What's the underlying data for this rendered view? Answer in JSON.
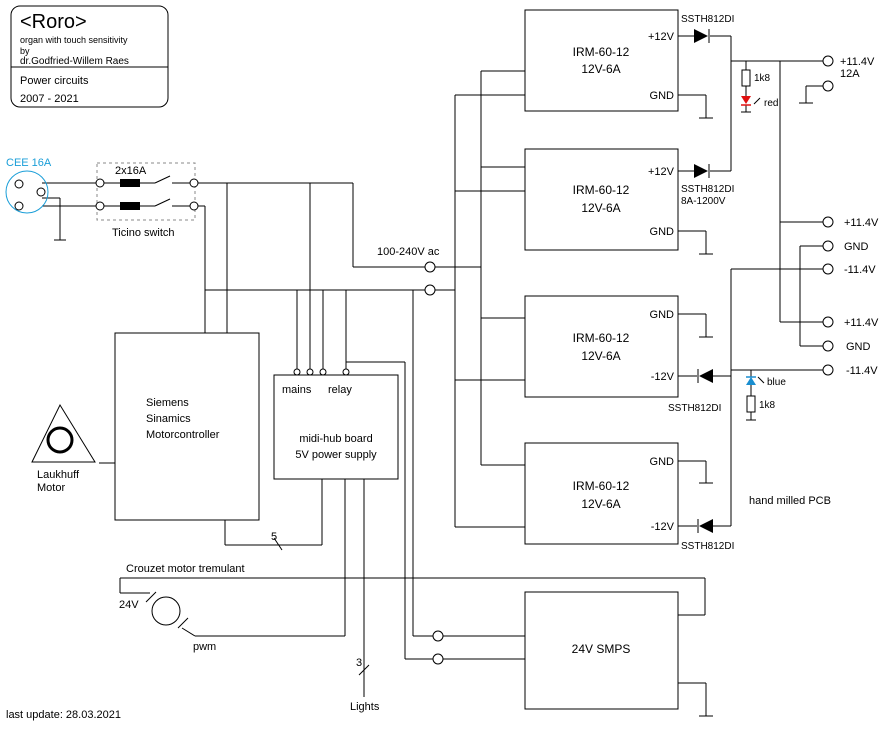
{
  "title_block": {
    "name": "<Roro>",
    "subtitle": "organ with touch sensitivity",
    "by": "by",
    "author": "dr.Godfried-Willem Raes",
    "section": "Power circuits",
    "years": "2007 - 2021"
  },
  "inlet": {
    "label": "CEE 16A",
    "color": "#1a9ed8"
  },
  "switch": {
    "rating": "2x16A",
    "label": "Ticino switch"
  },
  "mains_label": "100-240V ac",
  "psu": {
    "model": "IRM-60-12",
    "rating": "12V-6A",
    "plus12": "+12V",
    "minus12": "-12V",
    "gnd": "GND"
  },
  "diodes": {
    "part": "SSTH812DI",
    "spec": "8A-1200V"
  },
  "indicators": {
    "resistor": "1k8",
    "red": "red",
    "blue": "blue",
    "red_color": "#e01010",
    "blue_color": "#1a8ed0"
  },
  "outputs": {
    "plus114": "+11.4V",
    "amps": "12A",
    "gnd": "GND",
    "minus114": "-11.4V"
  },
  "pcb_label": "hand milled PCB",
  "motorcontroller": {
    "line1": "Siemens",
    "line2": "Sinamics",
    "line3": "Motorcontroller"
  },
  "motor": {
    "line1": "Laukhuff",
    "line2": "Motor"
  },
  "midihub": {
    "mains": "mains",
    "relay": "relay",
    "line1": "midi-hub board",
    "line2": "5V power supply"
  },
  "bus_count_5": "5",
  "bus_count_3": "3",
  "lights": "Lights",
  "tremulant": {
    "title": "Crouzet motor tremulant",
    "v": "24V",
    "pwm": "pwm"
  },
  "smps": "24V SMPS",
  "last_update": "last update:  28.03.2021"
}
